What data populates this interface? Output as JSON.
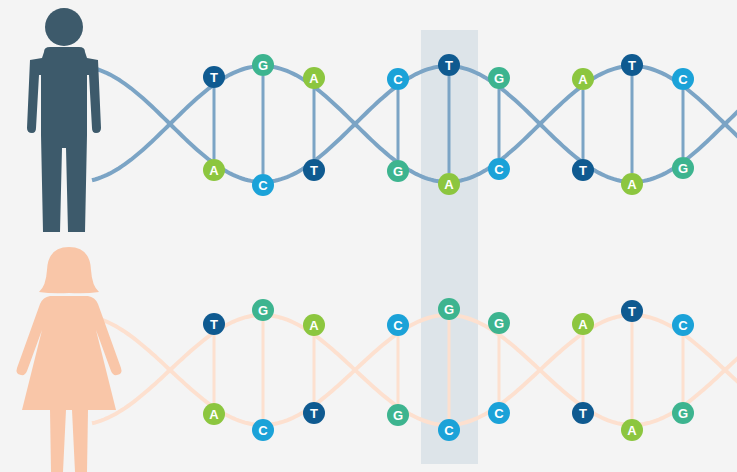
{
  "diagram": {
    "nodes": [
      {
        "text": [
          "T"
        ]
      },
      {
        "text": [
          "G"
        ]
      },
      {
        "text": [
          "A"
        ]
      },
      {
        "text": [
          "C"
        ]
      },
      {
        "text": [
          "T"
        ]
      },
      {
        "text": [
          "G"
        ]
      },
      {
        "text": [
          "A"
        ]
      },
      {
        "text": [
          "T"
        ]
      },
      {
        "text": [
          "C"
        ]
      },
      {
        "text": [
          "A"
        ]
      },
      {
        "text": [
          "C"
        ]
      },
      {
        "text": [
          "T"
        ]
      },
      {
        "text": [
          "G"
        ]
      },
      {
        "text": [
          "A"
        ]
      },
      {
        "text": [
          "C"
        ]
      },
      {
        "text": [
          "T"
        ]
      },
      {
        "text": [
          "A"
        ]
      },
      {
        "text": [
          "G"
        ]
      },
      {
        "text": [
          "T"
        ]
      },
      {
        "text": [
          "G"
        ]
      },
      {
        "text": [
          "A"
        ]
      },
      {
        "text": [
          "C"
        ]
      },
      {
        "text": [
          "G"
        ]
      },
      {
        "text": [
          "G"
        ]
      },
      {
        "text": [
          "A"
        ]
      },
      {
        "text": [
          "T"
        ]
      },
      {
        "text": [
          "C"
        ]
      },
      {
        "text": [
          "A"
        ]
      },
      {
        "text": [
          "C"
        ]
      },
      {
        "text": [
          "T"
        ]
      },
      {
        "text": [
          "G"
        ]
      },
      {
        "text": [
          "C"
        ]
      },
      {
        "text": [
          "C"
        ]
      },
      {
        "text": [
          "T"
        ]
      },
      {
        "text": [
          "A"
        ]
      },
      {
        "text": [
          "G"
        ]
      }
    ],
    "edges": [
      {
        "from": 0,
        "to": 9,
        "arrow": "none"
      },
      {
        "from": 1,
        "to": 10,
        "arrow": "none"
      },
      {
        "from": 2,
        "to": 11,
        "arrow": "none"
      },
      {
        "from": 3,
        "to": 12,
        "arrow": "none"
      },
      {
        "from": 4,
        "to": 13,
        "arrow": "none"
      },
      {
        "from": 5,
        "to": 14,
        "arrow": "none"
      },
      {
        "from": 6,
        "to": 15,
        "arrow": "none"
      },
      {
        "from": 7,
        "to": 16,
        "arrow": "none"
      },
      {
        "from": 8,
        "to": 17,
        "arrow": "none"
      },
      {
        "from": 18,
        "to": 27,
        "arrow": "none"
      },
      {
        "from": 19,
        "to": 28,
        "arrow": "none"
      },
      {
        "from": 20,
        "to": 29,
        "arrow": "none"
      },
      {
        "from": 21,
        "to": 30,
        "arrow": "none"
      },
      {
        "from": 22,
        "to": 31,
        "arrow": "none"
      },
      {
        "from": 23,
        "to": 32,
        "arrow": "none"
      },
      {
        "from": 24,
        "to": 33,
        "arrow": "none"
      },
      {
        "from": 25,
        "to": 34,
        "arrow": "none"
      },
      {
        "from": 26,
        "to": 35,
        "arrow": "none"
      }
    ]
  }
}
